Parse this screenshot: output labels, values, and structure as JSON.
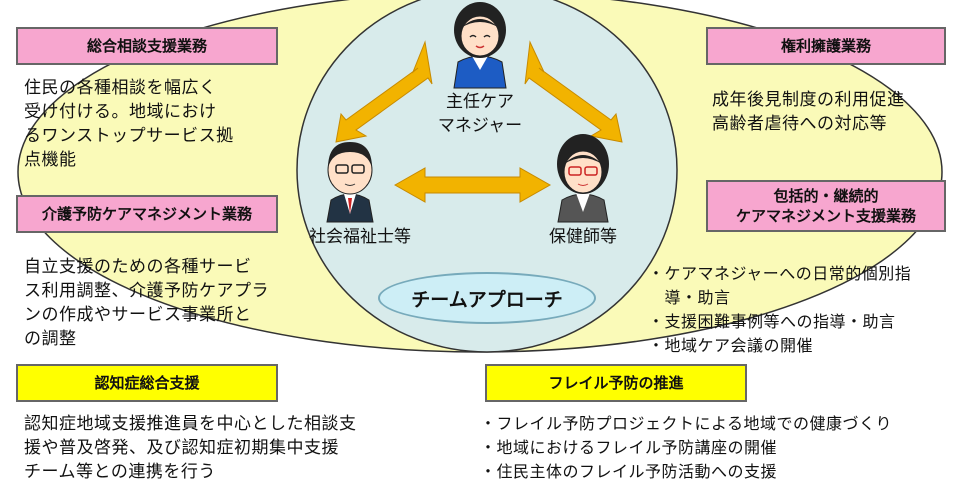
{
  "diagram": {
    "boxes": {
      "sogo": "総合相談支援業務",
      "kenri": "権利擁護業務",
      "kaigo": "介護予防ケアマネジメント業務",
      "hokatsu_line1": "包括的・継続的",
      "hokatsu_line2": "ケアマネジメント支援業務",
      "ninchi": "認知症総合支援",
      "frail": "フレイル予防の推進"
    },
    "texts": {
      "sogo": "住民の各種相談を幅広く\n受け付ける。地域におけ\nるワンストップサービス拠\n点機能",
      "kenri": "成年後見制度の利用促進\n高齢者虐待への対応等",
      "kaigo": "自立支援のための各種サービ\nス利用調整、介護予防ケアプラ\nンの作成やサービス事業所と\nの調整",
      "hokatsu": "・ケアマネジャーへの日常的個別指\n　導・助言\n・支援困難事例等への指導・助言\n・地域ケア会議の開催",
      "ninchi": "認知症地域支援推進員を中心とした相談支\n援や普及啓発、及び認知症初期集中支援\nチーム等との連携を行う",
      "frail": "・フレイル予防プロジェクトによる地域での健康づくり\n・地域におけるフレイル予防講座の開催\n・住民主体のフレイル予防活動への支援"
    },
    "people": {
      "manager": "主任ケア\nマネジャー",
      "social": "社会福祉士等",
      "nurse": "保健師等"
    },
    "team": "チームアプローチ"
  }
}
